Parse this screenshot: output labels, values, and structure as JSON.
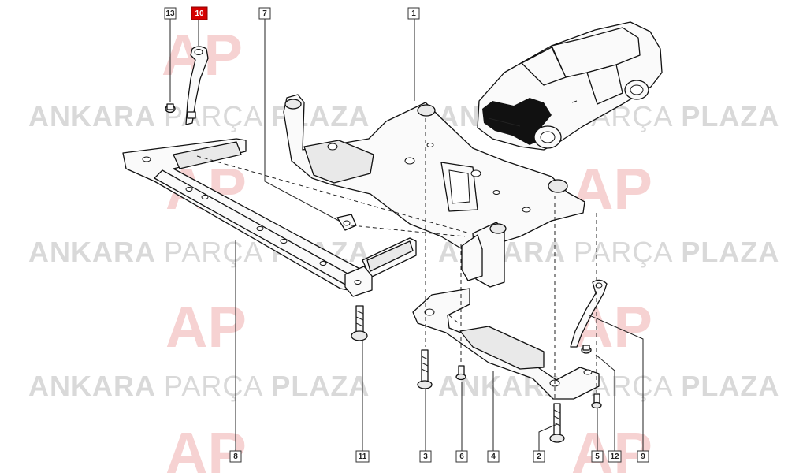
{
  "watermark": {
    "brand_bold_1": "ANKARA",
    "brand_thin": "PARÇA",
    "brand_bold_2": "PLAZA",
    "logo_letters": "AP"
  },
  "callouts": [
    {
      "id": "c13",
      "label": "13",
      "highlighted": false
    },
    {
      "id": "c10",
      "label": "10",
      "highlighted": true
    },
    {
      "id": "c7",
      "label": "7",
      "highlighted": false
    },
    {
      "id": "c1",
      "label": "1",
      "highlighted": false
    },
    {
      "id": "c8",
      "label": "8",
      "highlighted": false
    },
    {
      "id": "c11",
      "label": "11",
      "highlighted": false
    },
    {
      "id": "c3",
      "label": "3",
      "highlighted": false
    },
    {
      "id": "c6",
      "label": "6",
      "highlighted": false
    },
    {
      "id": "c4",
      "label": "4",
      "highlighted": false
    },
    {
      "id": "c2",
      "label": "2",
      "highlighted": false
    },
    {
      "id": "c5",
      "label": "5",
      "highlighted": false
    },
    {
      "id": "c12",
      "label": "12",
      "highlighted": false
    },
    {
      "id": "c9",
      "label": "9",
      "highlighted": false
    }
  ],
  "colors": {
    "highlight": "#d50000",
    "watermark_text": "#d9d9d9",
    "watermark_logo": "#f3c9c9",
    "line": "#111111"
  }
}
